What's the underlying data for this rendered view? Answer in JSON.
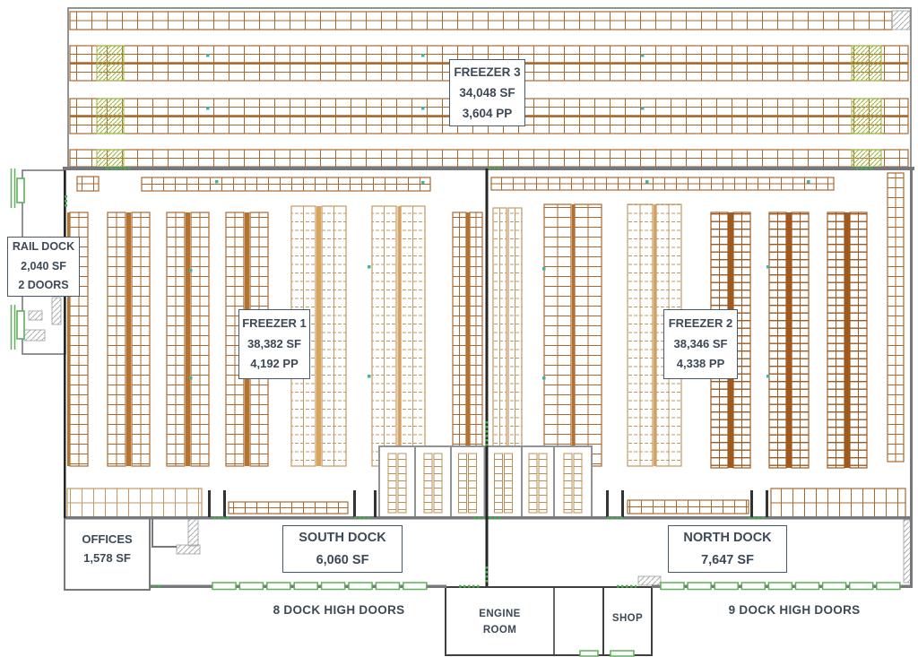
{
  "plan": {
    "title": "Cold storage facility floor plan",
    "labels": {
      "freezer3": {
        "name": "FREEZER 3",
        "sf": "34,048 SF",
        "pp": "3,604 PP"
      },
      "freezer1": {
        "name": "FREEZER 1",
        "sf": "38,382 SF",
        "pp": "4,192 PP"
      },
      "freezer2": {
        "name": "FREEZER 2",
        "sf": "38,346 SF",
        "pp": "4,338 PP"
      },
      "rail_dock": {
        "name": "RAIL DOCK",
        "sf": "2,040 SF",
        "doors": "2 DOORS",
        "door_count": 2
      },
      "offices": {
        "name": "OFFICES",
        "sf": "1,578 SF"
      },
      "south_dock": {
        "name": "SOUTH DOCK",
        "sf": "6,060 SF"
      },
      "north_dock": {
        "name": "NORTH DOCK",
        "sf": "7,647 SF"
      },
      "engine_room": {
        "line1": "ENGINE",
        "line2": "ROOM"
      },
      "shop": {
        "name": "SHOP"
      },
      "south_doors": {
        "label": "8 DOCK HIGH DOORS",
        "count": 8
      },
      "north_doors": {
        "label": "9 DOCK HIGH DOORS",
        "count": 9
      }
    },
    "colors": {
      "rack_brown": "#a9682e",
      "rack_light": "#c29962",
      "rack_dark": "#9c5a22",
      "stripe_brown": "#b4742f",
      "stripe_light": "#d9a45e",
      "stripe_dark": "#a05a1e",
      "green_hatch": "#9cb43f",
      "door_green": "#5faf5b",
      "dash_green": "#3fae4a",
      "wall_gray": "#77787b",
      "wall_dark": "#262626",
      "teal_marker": "#45b1a4",
      "label_border": "#46586a",
      "text": "#3d4957"
    }
  }
}
